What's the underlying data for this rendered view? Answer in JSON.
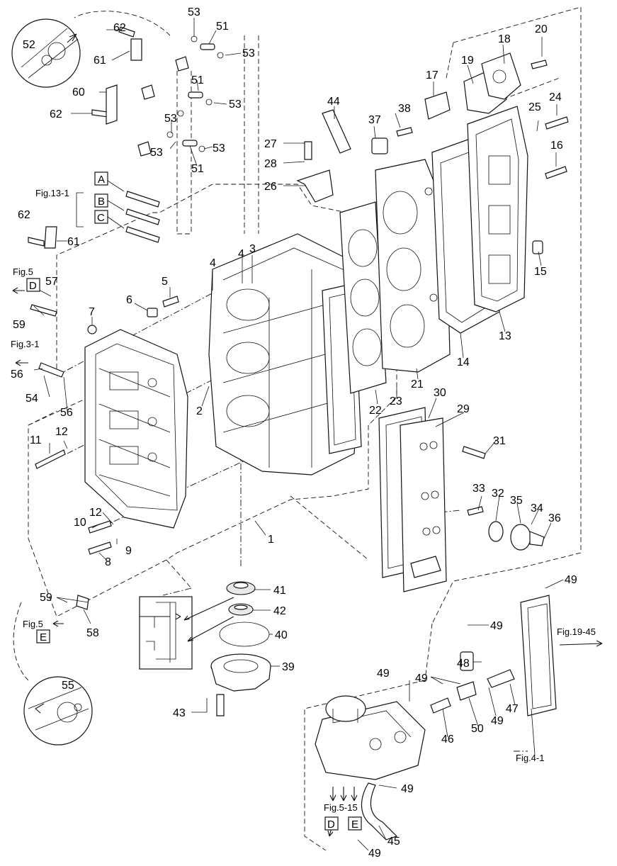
{
  "parts": [
    "1",
    "2",
    "3",
    "4",
    "5",
    "6",
    "7",
    "8",
    "9",
    "10",
    "11",
    "12",
    "13",
    "14",
    "15",
    "16",
    "17",
    "18",
    "19",
    "20",
    "21",
    "22",
    "23",
    "24",
    "25",
    "26",
    "27",
    "28",
    "29",
    "30",
    "31",
    "32",
    "33",
    "34",
    "35",
    "36",
    "37",
    "38",
    "39",
    "40",
    "41",
    "42",
    "43",
    "44",
    "45",
    "46",
    "47",
    "48",
    "49",
    "50",
    "51",
    "52",
    "53",
    "54",
    "55",
    "56",
    "57",
    "58",
    "59",
    "60",
    "61",
    "62"
  ],
  "labels": {
    "n1": "1",
    "n2": "2",
    "n3": "3",
    "n4a": "4",
    "n4b": "4",
    "n5": "5",
    "n6": "6",
    "n7": "7",
    "n8": "8",
    "n9": "9",
    "n10": "10",
    "n11": "11",
    "n12a": "12",
    "n12b": "12",
    "n13": "13",
    "n14": "14",
    "n15": "15",
    "n16": "16",
    "n17": "17",
    "n18": "18",
    "n19": "19",
    "n20": "20",
    "n21": "21",
    "n22": "22",
    "n23": "23",
    "n24": "24",
    "n25": "25",
    "n26": "26",
    "n27": "27",
    "n28": "28",
    "n29": "29",
    "n30": "30",
    "n31": "31",
    "n32": "32",
    "n33": "33",
    "n34": "34",
    "n35": "35",
    "n36": "36",
    "n37": "37",
    "n38": "38",
    "n39": "39",
    "n40": "40",
    "n41": "41",
    "n42": "42",
    "n43": "43",
    "n44": "44",
    "n45": "45",
    "n46": "46",
    "n47": "47",
    "n48": "48",
    "n49a": "49",
    "n49b": "49",
    "n49c": "49",
    "n49d": "49",
    "n49e": "49",
    "n49f": "49",
    "n49g": "49",
    "n50": "50",
    "n51a": "51",
    "n51b": "51",
    "n51c": "51",
    "n52": "52",
    "n53a": "53",
    "n53b": "53",
    "n53c": "53",
    "n53d": "53",
    "n53e": "53",
    "n53f": "53",
    "n54": "54",
    "n55": "55",
    "n56a": "56",
    "n56b": "56",
    "n57": "57",
    "n58": "58",
    "n59a": "59",
    "n59b": "59",
    "n60": "60",
    "n61a": "61",
    "n61b": "61",
    "n62a": "62",
    "n62b": "62",
    "n62c": "62"
  },
  "references": {
    "fig13_1": "Fig.13-1",
    "fig5_top": "Fig.5",
    "fig3_1": "Fig.3-1",
    "fig5_bottom": "Fig.5",
    "fig19_45": "Fig.19-45",
    "fig4_1": "Fig.4-1",
    "fig5_15": "Fig.5-15"
  },
  "boxes": {
    "A": "A",
    "B": "B",
    "C": "C",
    "D_left": "D",
    "E_left": "E",
    "D_bottom": "D",
    "E_bottom": "E"
  }
}
